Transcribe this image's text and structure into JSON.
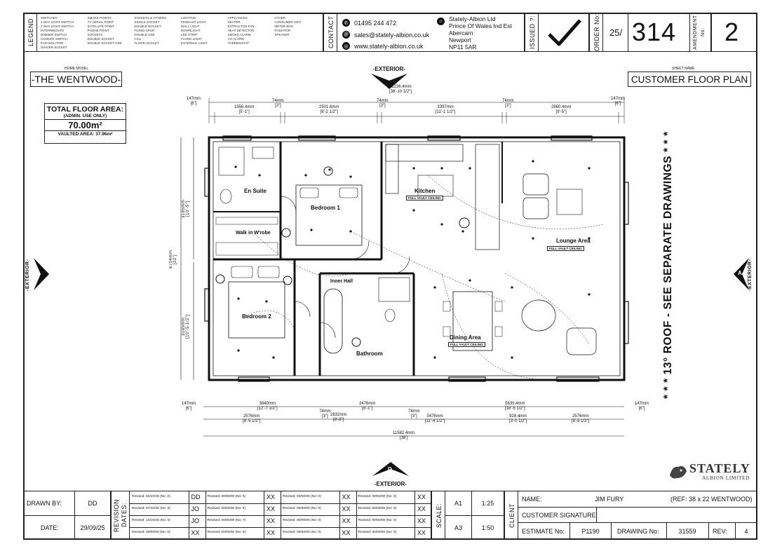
{
  "header": {
    "legend_label": "LEGEND",
    "legend_items": [
      [
        "SWITCHES",
        "1 WAY LIGHT SWITCH",
        "2 WAY LIGHT SWITCH",
        "INTERMEDIATE",
        "DIMMER SWITCH",
        "COOKER SWITCH",
        "FAN ISOLATOR",
        "SHAVER SOCKET"
      ],
      [
        "SMOKE POINTS",
        "TV AERIAL POINT",
        "SATELLITE POINT",
        "PHONE POINT",
        "SOCKETS",
        "DOUBLE SOCKET",
        "DOUBLE SOCKET USB"
      ],
      [
        "SOCKETS & OTHERS",
        "SINGLE SOCKET",
        "DOUBLE SOCKET",
        "FUSED SPUR",
        "DOUBLE USB",
        "CCU",
        "FLOOR SOCKET"
      ],
      [
        "LIGHTING",
        "PENDANT LIGHT",
        "WALL LIGHT",
        "DOWNLIGHT",
        "LED STRIP",
        "FLOOD LIGHT",
        "EXTERNAL LIGHT"
      ],
      [
        "APPLIANCES",
        "HEATER",
        "EXTRACTOR FAN",
        "HEAT DETECTOR",
        "SMOKE ALARM",
        "CO ALARM",
        "THERMOSTAT"
      ],
      [
        "OTHER",
        "CONSUMER UNIT",
        "METER BOX",
        "RADIATOR",
        "SPEAKER"
      ]
    ],
    "contact_label": "CONTACT",
    "phone": "01495 244 472",
    "email": "sales@stately-albion.co.uk",
    "web": "www.stately-albion.co.uk",
    "address": [
      "Stately-Albion Ltd",
      "Prince Of Wales Ind Est",
      "Abercarn",
      "Newport",
      "NP11 5AR"
    ],
    "issued_label": "ISSUED ?:",
    "order_label": "ORDER No:",
    "order_prefix": "25/",
    "order_number": "314",
    "amendment_label": "AMENDMENT No:",
    "amendment_number": "2"
  },
  "plan": {
    "home_model_caption": "HOME MODEL",
    "home_model": "-THE WENTWOOD-",
    "sheet_name_caption": "SHEET NAME",
    "sheet_name": "CUSTOMER FLOOR PLAN",
    "floor_area_title": "TOTAL FLOOR AREA:",
    "floor_area_sub": "(ADMIN. USE ONLY)",
    "floor_area_value": "70.00m²",
    "vaulted_area": "VAULTED AREA:  37.96m²",
    "exterior_top": "-EXTERIOR-",
    "exterior_top_letter": "C",
    "exterior_bottom": "-EXTERIOR-",
    "exterior_bottom_letter": "D",
    "exterior_left": "-EXTERIOR-",
    "exterior_left_letter": "B",
    "exterior_right": "-EXTERIOR-",
    "exterior_right_letter": "A",
    "roof_note": "* * * 13° ROOF - SEE SEPARATE DRAWINGS * * *",
    "rooms": {
      "en_suite": "En Suite",
      "bedroom1": "Bedroom 1",
      "walk_in": "Walk in W'robe",
      "kitchen": "Kitchen",
      "lounge": "Lounge Area",
      "inner_hall": "Inner Hall",
      "bedroom2": "Bedroom 2",
      "bathroom": "Bathroom",
      "dining": "Dining Area"
    },
    "chips": {
      "kitchen": "FULL VAULT CEILING",
      "lounge": "FULL VAULT CEILING",
      "dining": "FULL VAULT CEILING"
    },
    "dims_top": {
      "overall": "11236.4mm\n[36'-10 1/2\"]",
      "d1": "147mm\n[6\"]",
      "d2": "1556.4mm\n[5'-1\"]",
      "d3": "74mm\n[3\"]",
      "d4": "2501.6mm\n[8'-2 1/2\"]",
      "d5": "74mm\n[3\"]",
      "d6": "3397mm\n[11'-1 1/2\"]",
      "d7": "74mm\n[3\"]",
      "d8": "2860.4mm\n[9'-5\"]",
      "d9": "147mm\n[6\"]"
    },
    "dims_bottom": {
      "b1": "147mm\n[6\"]",
      "b2": "3840mm\n[12'-7 1/2\"]",
      "b3": "74mm\n[3\"]",
      "b4": "2476mm\n[8'-1\"]",
      "b5": "74mm\n[3\"]",
      "b6": "5630.4mm\n[18'-5 1/2\"]",
      "b7": "147mm\n[6\"]",
      "b8": "2576mm\n[8'-5 1/2\"]",
      "b9": "2632mm\n[8'-8\"]",
      "b10": "3476mm\n[11'-4 1/2\"]",
      "b11": "928.4mm\n[3'-0 1/2\"]",
      "b12": "2576mm\n[8'-5 1/2\"]",
      "overall": "11582.4mm\n[38']"
    },
    "dims_left": {
      "overall": "6704mm\n[22']",
      "l1": "3185mm\n[10'-5\"]",
      "l2": "3185mm\n[10'-5 1/2\"]"
    },
    "brand_name": "STATELY",
    "brand_sub": "ALBION LIMITED"
  },
  "footer": {
    "drawn_by_label": "DRAWN BY:",
    "drawn_by": "DD",
    "date_label": "DATE:",
    "date": "29/09/25",
    "revision_label": "REVISION DATES:",
    "revisions": [
      [
        [
          "Revised: 02/10/25  (No: 2)",
          "DD"
        ],
        [
          "Revised: 00/00/00  (No: 5)",
          "XX"
        ],
        [
          "Revised: 00/00/00  (No: 0)",
          "XX"
        ],
        [
          "Revised: 00/00/00  (No: 0)",
          "XX"
        ]
      ],
      [
        [
          "Revised: 07/10/25  (No: 3)",
          "JO"
        ],
        [
          "Revised: 00/00/00  (No: 6)",
          "XX"
        ],
        [
          "Revised: 00/00/00  (No: 0)",
          "XX"
        ],
        [
          "Revised: 00/00/00  (No: 0)",
          "XX"
        ]
      ],
      [
        [
          "Revised: 13/10/25  (No: 4)",
          "JO"
        ],
        [
          "Revised: 00/00/00  (No: 7)",
          "XX"
        ],
        [
          "Revised: 00/00/00  (No: 0)",
          "XX"
        ],
        [
          "Revised: 00/00/00  (No: 0)",
          "XX"
        ]
      ],
      [
        [
          "Revised: 00/00/00  (No: 0)",
          "XX"
        ],
        [
          "Revised: 00/00/00  (No: 8)",
          "XX"
        ],
        [
          "Revised: 00/00/00  (No: 0)",
          "XX"
        ],
        [
          "Revised: 00/00/00  (No: 0)",
          "XX"
        ]
      ]
    ],
    "scale_label": "SCALE:",
    "a1": "A1",
    "a1_scale": "1:25",
    "a3": "A3",
    "a3_scale": "1:50",
    "client_label": "CLIENT",
    "name_label": "NAME:",
    "name": "JIM FURY",
    "ref": "(REF: 38 x 22 WENTWOOD)",
    "signature_label": "CUSTOMER SIGNATURE:",
    "estimate_label": "ESTIMATE No:",
    "estimate": "P1190",
    "drawing_label": "DRAWING No:",
    "drawing": "31559",
    "rev_label": "REV:",
    "rev": "4"
  }
}
